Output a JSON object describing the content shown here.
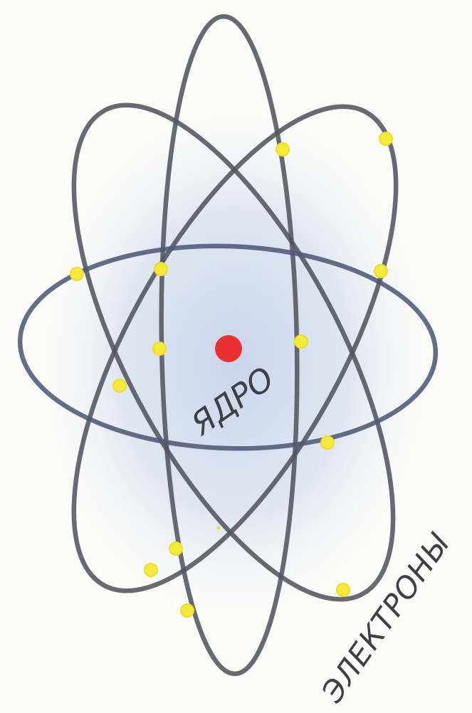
{
  "labels": {
    "nucleus": "ЯДРО",
    "electrons": "ЭЛЕКТРОНЫ"
  },
  "colors": {
    "background": "#fbfbf8",
    "halo": "#b8c8e6",
    "orbit": "#52555e",
    "electron": "#f6ea39",
    "nucleus": "#e8312e",
    "label": "#3e4047"
  },
  "diagram": {
    "orbit_count": 4,
    "electron_count": 14,
    "nucleus_count": 1
  }
}
